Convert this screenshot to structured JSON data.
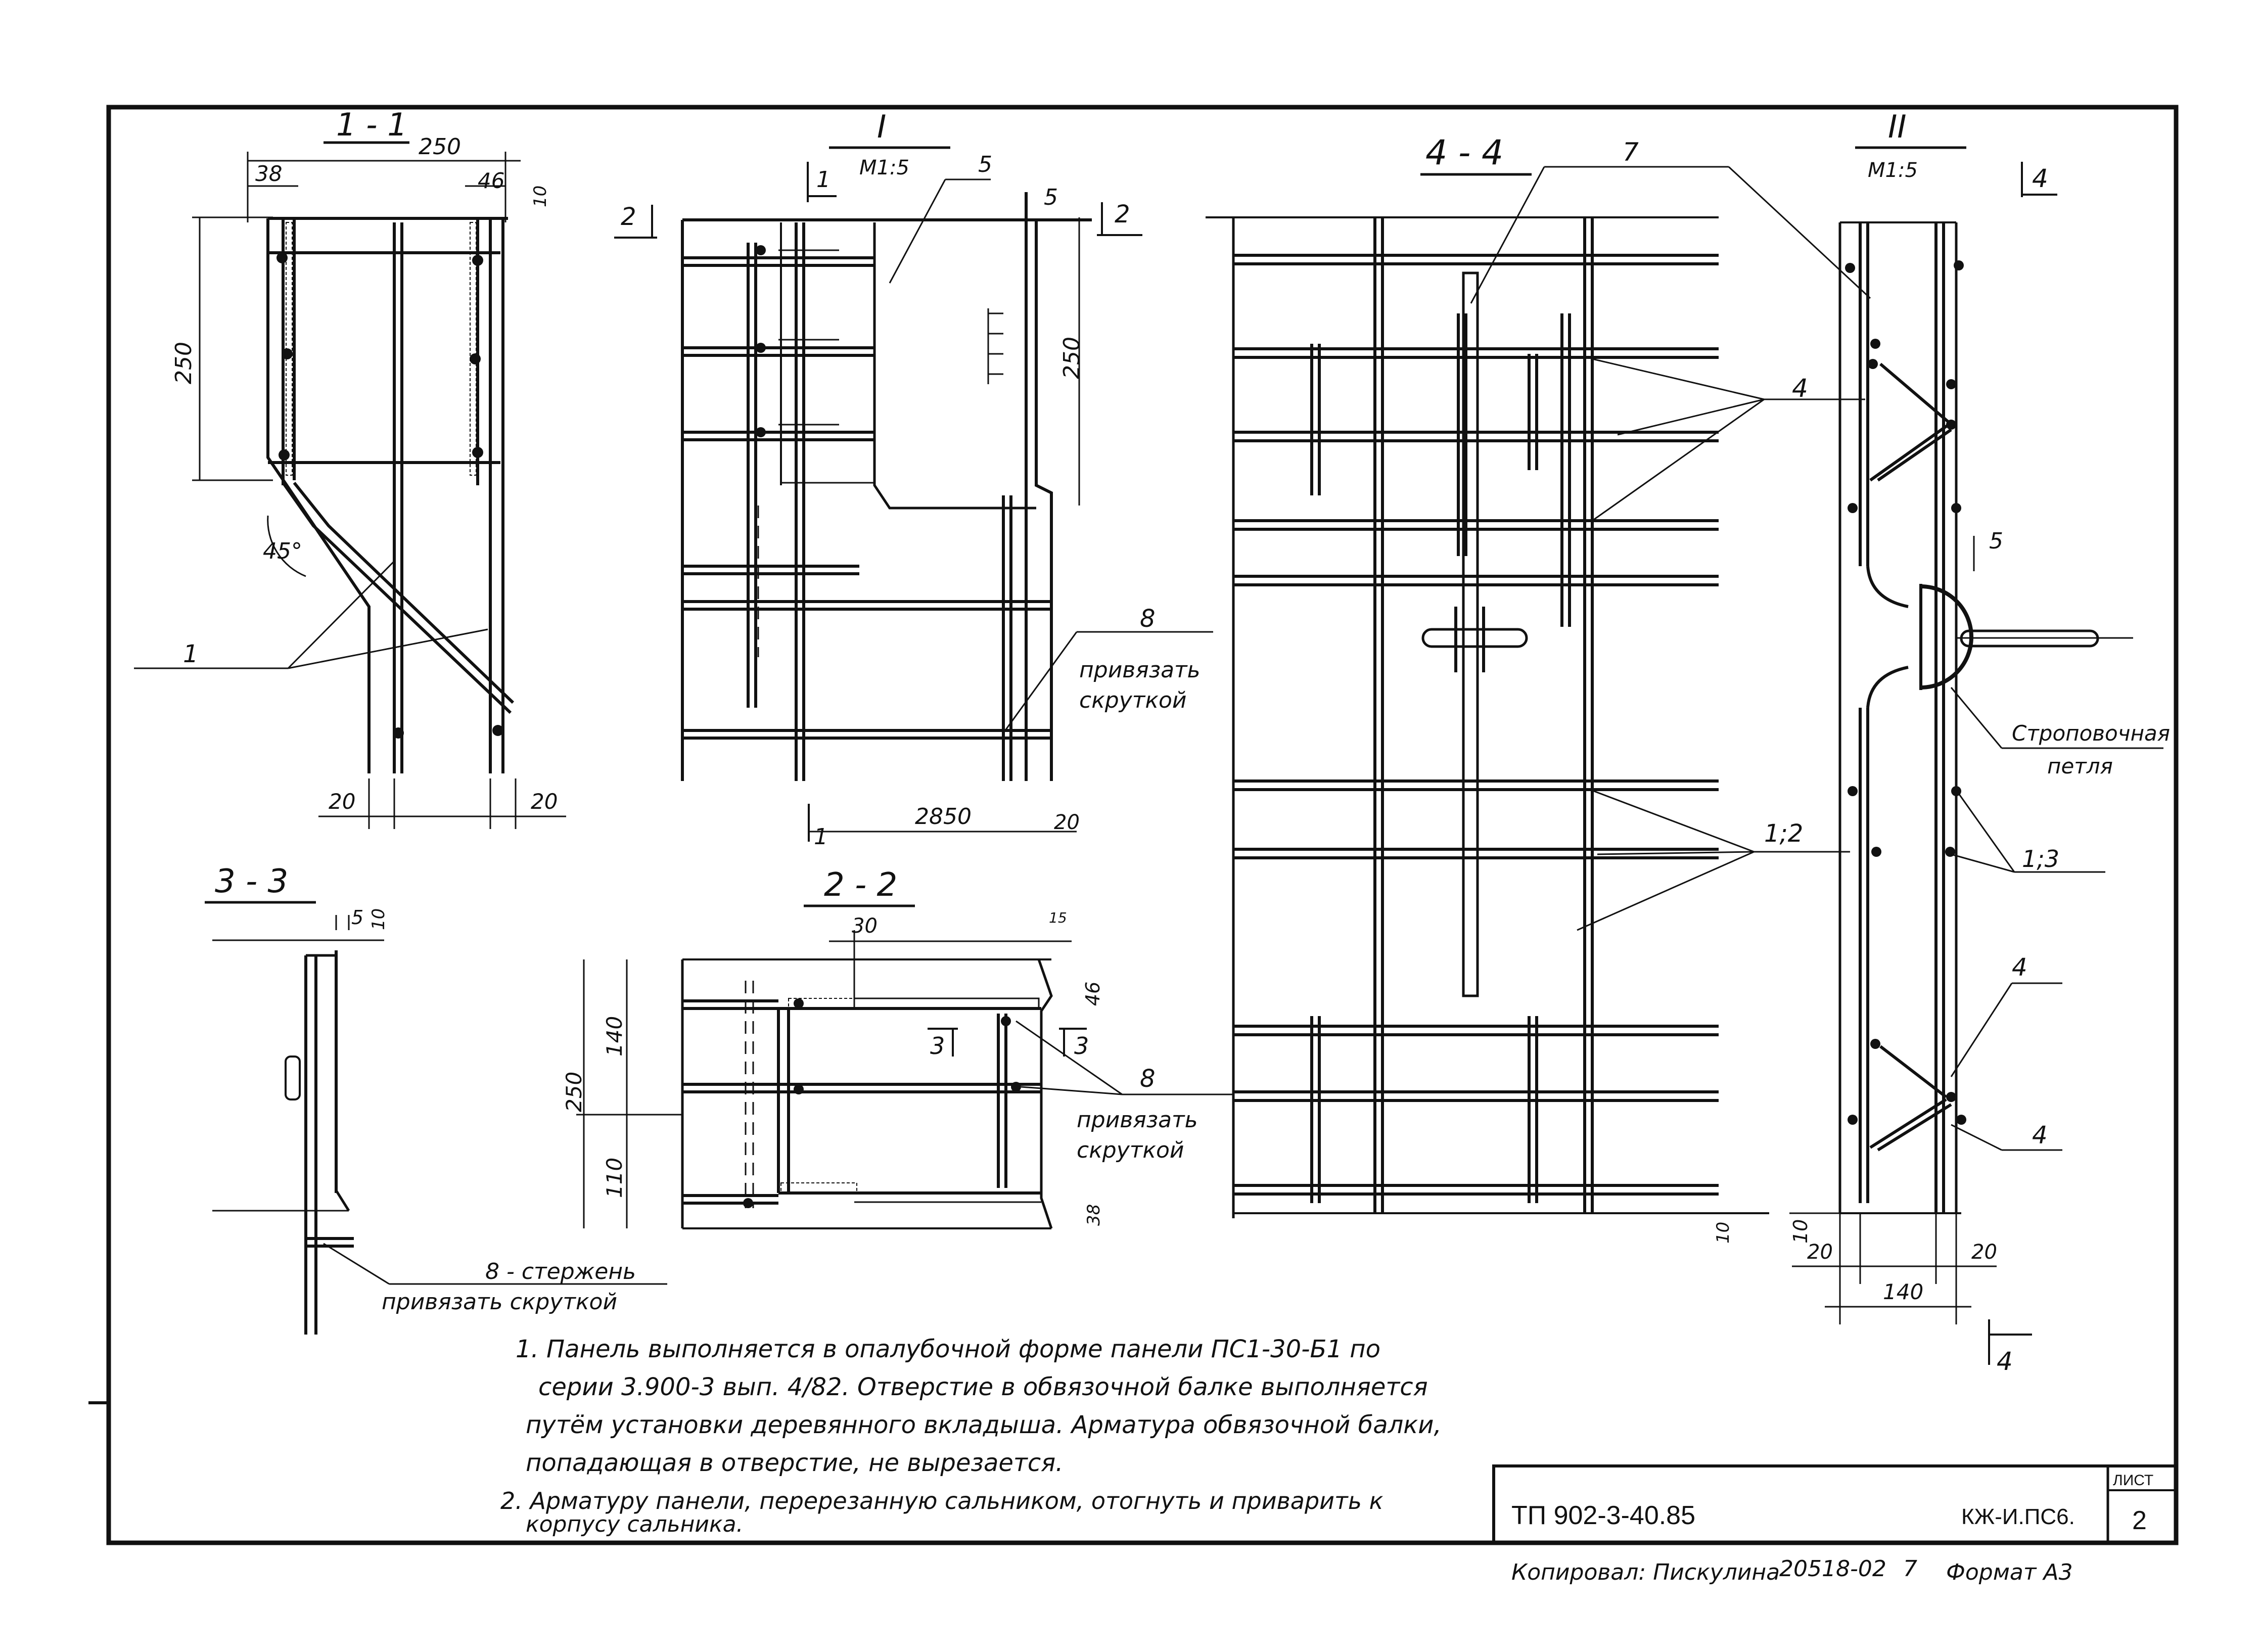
{
  "sections": {
    "s11": {
      "title": "1 - 1",
      "dims": {
        "top": "250",
        "left_offset": "38",
        "right_offset": "46",
        "cover": "10",
        "height": "250",
        "angle": "45°",
        "bottom_left": "20",
        "bottom_right": "20"
      },
      "callout": "1"
    },
    "sI": {
      "title": "I",
      "scale": "M1:5",
      "cut1": "1",
      "cut2": "2",
      "cut2b": "2",
      "leader5": "5",
      "dim5": "5",
      "height": "250",
      "width": "2850",
      "dim20": "20",
      "callout8": "8",
      "note_line1": "привязать",
      "note_line2": "скруткой"
    },
    "s44": {
      "title": "4 - 4",
      "callout7": "7",
      "callout4": "4",
      "callout12": "1;2"
    },
    "sII": {
      "title": "II",
      "scale": "M1:5",
      "cut4": "4",
      "cut4b": "4",
      "dim5": "5",
      "loop_line1": "Строповочная",
      "loop_line2": "петля",
      "callout13": "1;3",
      "callout4a": "4",
      "callout4b": "4",
      "dim10": "10",
      "dim20a": "20",
      "dim20b": "20",
      "width": "140"
    },
    "s33": {
      "title": "3 - 3",
      "dim5": "5",
      "dim10": "10",
      "bar_line1": "8 - стержень",
      "bar_line2": "привязать скруткой"
    },
    "s22": {
      "title": "2 - 2",
      "dim30": "30",
      "dim15": "15",
      "dim46": "46",
      "dim140": "140",
      "dim250": "250",
      "dim110": "110",
      "dim38": "38",
      "cut3a": "3",
      "cut3b": "3",
      "callout8": "8",
      "note_line1": "привязать",
      "note_line2": "скруткой",
      "dim10": "10"
    }
  },
  "notes": [
    "1. Панель выполняется в опалубочной форме панели ПС1-30-Б1 по",
    "серии 3.900-3 вып. 4/82. Отверстие в обвязочной балке выполняется",
    "путём установки деревянного вкладыша. Арматура обвязочной балки,",
    "попадающая в отверстие, не вырезается.",
    "2. Арматуру панели, перерезанную сальником, отогнуть и приварить к",
    "корпусу сальника."
  ],
  "title_block": {
    "code": "ТП 902-3-40.85",
    "part": "КЖ-И.ПС6.",
    "sheet_label": "ЛИСТ",
    "sheet": "2"
  },
  "footer": {
    "copied": "Копировал: Пискулина",
    "order": "20518-02",
    "num": "7",
    "format": "Формат А3"
  }
}
